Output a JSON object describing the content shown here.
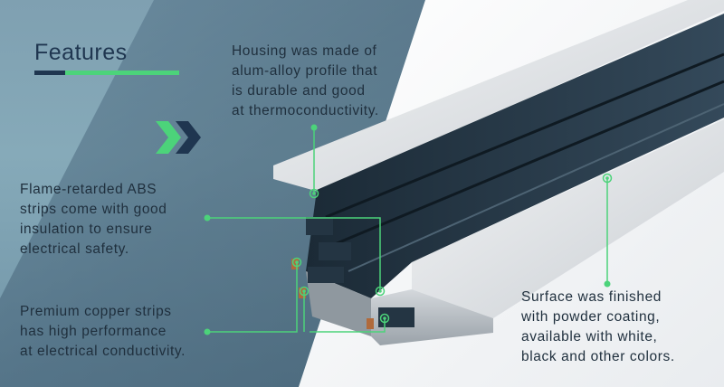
{
  "title": "Features",
  "captions": {
    "housing": "Housing was made of\nalum-alloy profile that\nis durable and good\nat thermoconductivity.",
    "flame": "Flame-retarded ABS\nstrips come with good\ninsulation to ensure\nelectrical safety.",
    "copper": "Premium copper strips\nhas high performance\nat electrical conductivity.",
    "surface": "Surface was finished\nwith powder coating,\navailable with white,\nblack and other colors."
  },
  "colors": {
    "accent_green": "#4cd37a",
    "navy": "#1f3650",
    "background_blue": "#7fa0b1",
    "background_light": "#f3f4f6"
  },
  "icons": [
    "double-chevron-right-icon"
  ]
}
